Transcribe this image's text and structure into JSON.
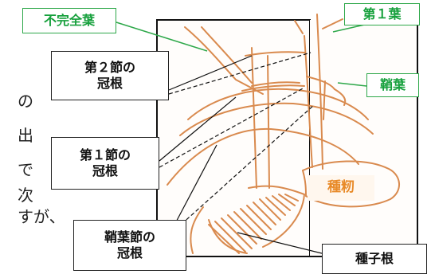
{
  "background_text": {
    "line1": "の",
    "line2": "出",
    "line3": "で",
    "line4": "次",
    "line5": "すが、"
  },
  "labels": {
    "incomplete_leaf": "不完全葉",
    "first_leaf": "第１葉",
    "node2_crown_root": [
      "第２節の",
      "冠根"
    ],
    "coleoptile": "鞘葉",
    "node1_crown_root": [
      "第１節の",
      "冠根"
    ],
    "grain": "種籾",
    "coleoptile_node_crown_root": [
      "鞘葉節の",
      "冠根"
    ],
    "seminal_root": "種子根"
  },
  "colors": {
    "green": "#16a03c",
    "sketch": "#d98a4e",
    "black": "#111111"
  }
}
